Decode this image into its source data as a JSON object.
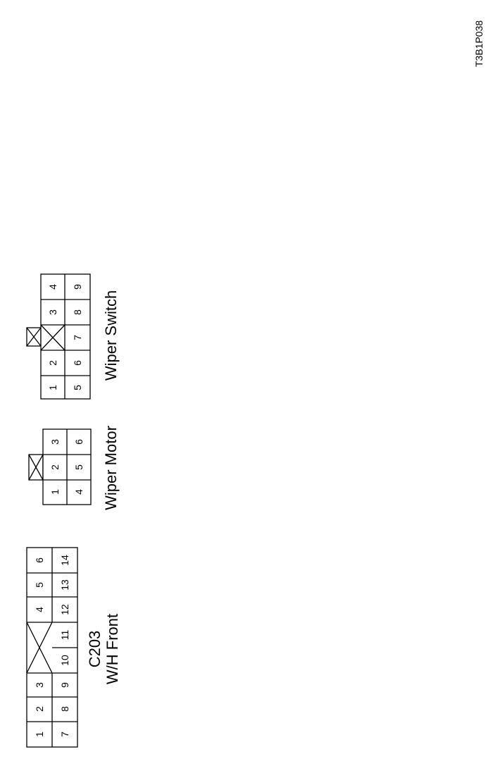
{
  "figure_code": "T3B1P038",
  "connectors": [
    {
      "id": "c203",
      "label_lines": [
        "C203",
        "W/H Front"
      ],
      "top_row": [
        "1",
        "2",
        "3",
        "",
        "4",
        "5",
        "6"
      ],
      "bottom_row": [
        "7",
        "8",
        "9",
        "10",
        "11",
        "12",
        "13",
        "14"
      ]
    },
    {
      "id": "wiper-motor",
      "label_lines": [
        "Wiper Motor"
      ],
      "top_row": [
        "1",
        "2",
        "3"
      ],
      "bottom_row": [
        "4",
        "5",
        "6"
      ]
    },
    {
      "id": "wiper-switch",
      "label_lines": [
        "Wiper Switch"
      ],
      "top_row": [
        "1",
        "2",
        "",
        "3",
        "4"
      ],
      "bottom_row": [
        "5",
        "6",
        "7",
        "8",
        "9"
      ]
    }
  ]
}
